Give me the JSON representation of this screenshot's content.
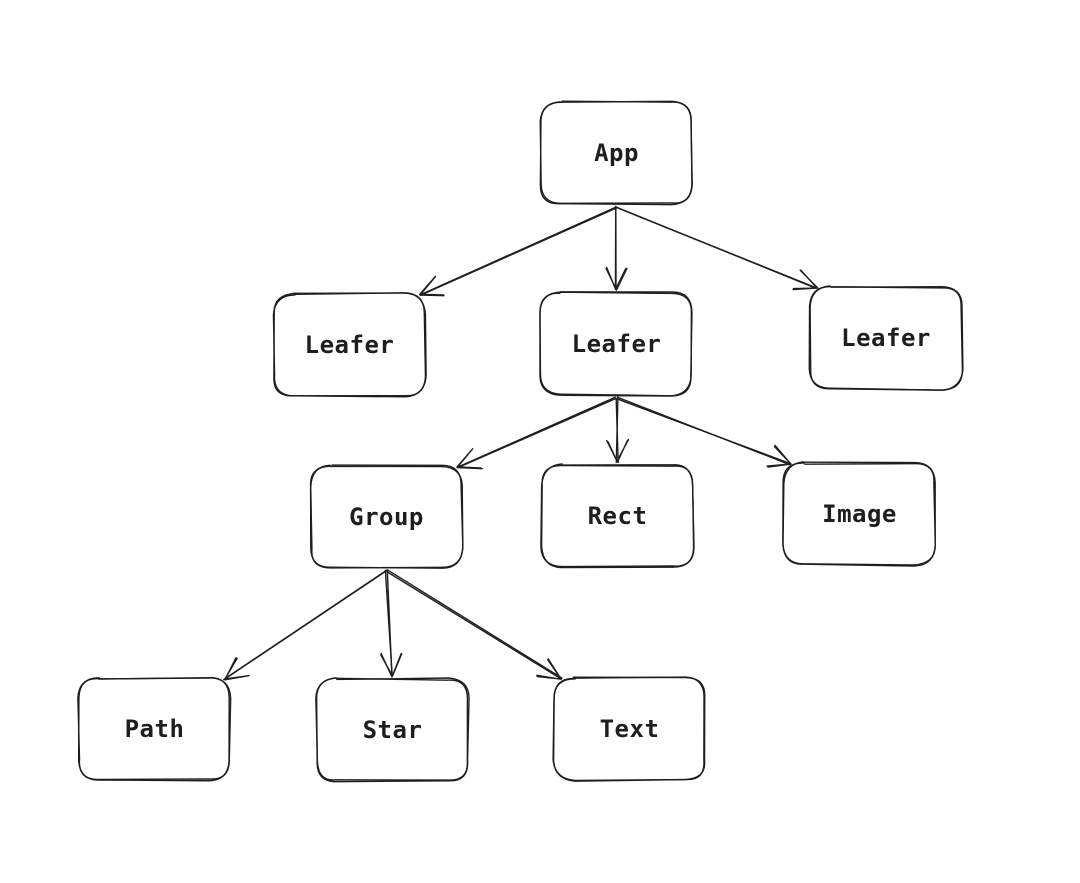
{
  "diagram": {
    "stroke_color": "#1e1e1e",
    "background": "#ffffff",
    "nodes": [
      {
        "id": "app",
        "label": "App"
      },
      {
        "id": "leafer-1",
        "label": "Leafer"
      },
      {
        "id": "leafer-2",
        "label": "Leafer"
      },
      {
        "id": "leafer-3",
        "label": "Leafer"
      },
      {
        "id": "group",
        "label": "Group"
      },
      {
        "id": "rect",
        "label": "Rect"
      },
      {
        "id": "image",
        "label": "Image"
      },
      {
        "id": "path",
        "label": "Path"
      },
      {
        "id": "star",
        "label": "Star"
      },
      {
        "id": "text",
        "label": "Text"
      }
    ],
    "edges": [
      {
        "from": "app",
        "to": "leafer-1"
      },
      {
        "from": "app",
        "to": "leafer-2"
      },
      {
        "from": "app",
        "to": "leafer-3"
      },
      {
        "from": "leafer-2",
        "to": "group"
      },
      {
        "from": "leafer-2",
        "to": "rect"
      },
      {
        "from": "leafer-2",
        "to": "image"
      },
      {
        "from": "group",
        "to": "path"
      },
      {
        "from": "group",
        "to": "star"
      },
      {
        "from": "group",
        "to": "text"
      }
    ]
  }
}
